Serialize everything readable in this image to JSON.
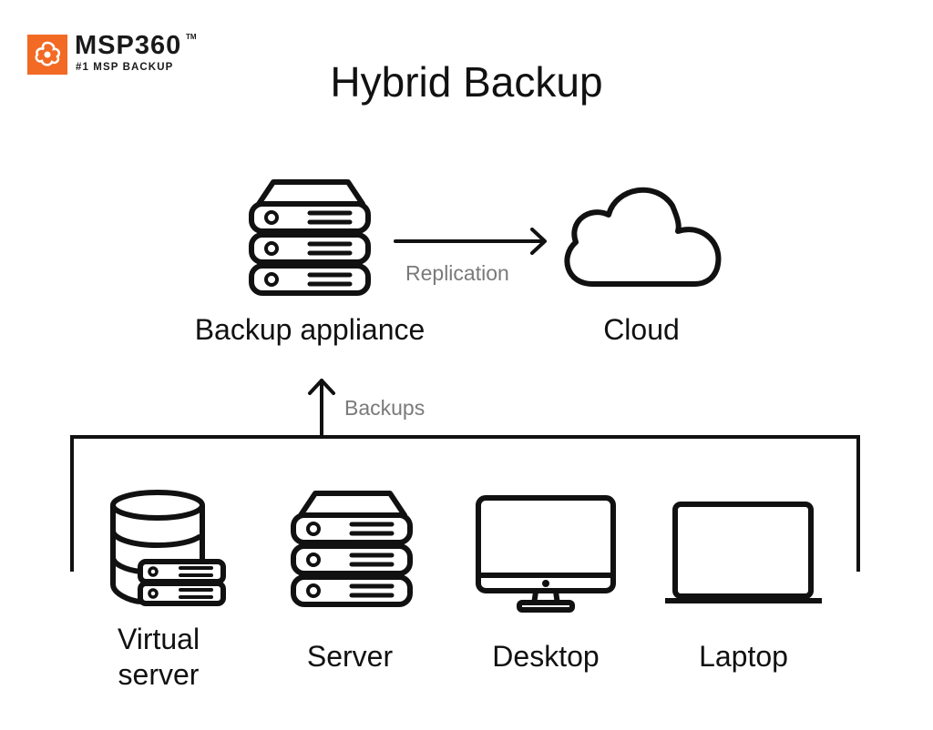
{
  "brand": {
    "name": "MSP360",
    "trademark": "TM",
    "tagline": "#1 MSP BACKUP",
    "color": "#f26a24"
  },
  "title": "Hybrid Backup",
  "nodes": {
    "appliance": {
      "label": "Backup appliance",
      "icon": "server-rack-icon"
    },
    "cloud": {
      "label": "Cloud",
      "icon": "cloud-icon"
    },
    "virtual_server": {
      "label_line1": "Virtual",
      "label_line2": "server",
      "icon": "database-server-icon"
    },
    "server": {
      "label": "Server",
      "icon": "server-rack-icon"
    },
    "desktop": {
      "label": "Desktop",
      "icon": "monitor-icon"
    },
    "laptop": {
      "label": "Laptop",
      "icon": "laptop-icon"
    }
  },
  "edges": {
    "replication": {
      "label": "Replication",
      "from": "Backup appliance",
      "to": "Cloud"
    },
    "backups": {
      "label": "Backups",
      "from": "sources",
      "to": "Backup appliance"
    }
  },
  "colors": {
    "line": "#111111",
    "edge_label": "#7a7a7a"
  }
}
